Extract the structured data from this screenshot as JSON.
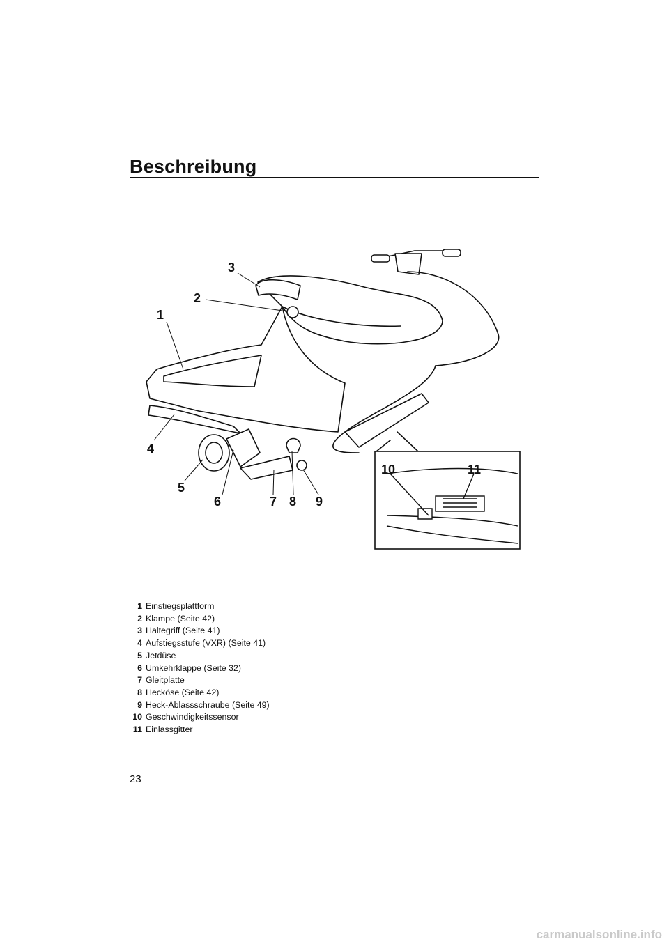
{
  "page": {
    "title": "Beschreibung",
    "number": "23",
    "watermark": "carmanualsonline.info"
  },
  "figure": {
    "callouts": [
      "1",
      "2",
      "3",
      "4",
      "5",
      "6",
      "7",
      "8",
      "9",
      "10",
      "11"
    ]
  },
  "legend": [
    {
      "num": "1",
      "text": "Einstiegsplattform"
    },
    {
      "num": "2",
      "text": "Klampe (Seite 42)"
    },
    {
      "num": "3",
      "text": "Haltegriff (Seite 41)"
    },
    {
      "num": "4",
      "text": "Aufstiegsstufe (VXR) (Seite 41)"
    },
    {
      "num": "5",
      "text": "Jetdüse"
    },
    {
      "num": "6",
      "text": "Umkehrklappe (Seite 32)"
    },
    {
      "num": "7",
      "text": "Gleitplatte"
    },
    {
      "num": "8",
      "text": "Hecköse (Seite 42)"
    },
    {
      "num": "9",
      "text": "Heck-Ablassschraube (Seite 49)"
    },
    {
      "num": "10",
      "text": "Geschwindigkeitssensor"
    },
    {
      "num": "11",
      "text": "Einlassgitter"
    }
  ],
  "colors": {
    "ink": "#111111",
    "paper": "#ffffff",
    "watermark": "#c9c9c9"
  }
}
